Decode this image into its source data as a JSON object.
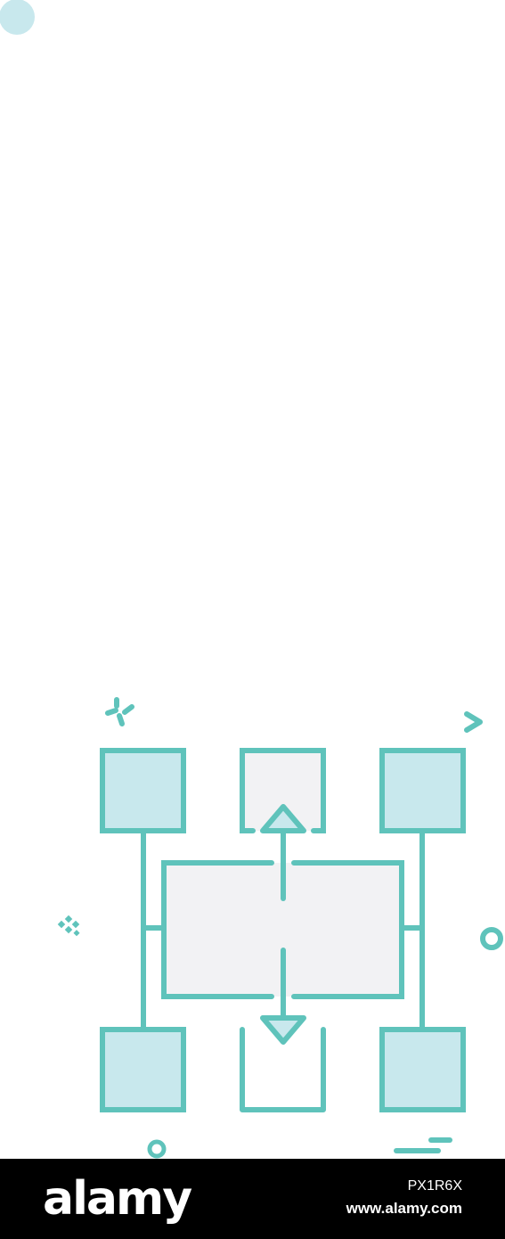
{
  "colors": {
    "stroke": "#5fc3bb",
    "node_fill": "#c8e8ed",
    "panel_fill": "#f2f2f4",
    "dot": "#c8e8ed",
    "footer_bg": "#000000",
    "footer_text": "#ffffff"
  },
  "diagram": {
    "nodes": [
      {
        "id": "top-left",
        "filled": true
      },
      {
        "id": "top-center",
        "filled": false
      },
      {
        "id": "top-right",
        "filled": true
      },
      {
        "id": "bottom-left",
        "filled": true
      },
      {
        "id": "bottom-center",
        "filled": false
      },
      {
        "id": "bottom-right",
        "filled": true
      }
    ],
    "center": {
      "id": "central-panel"
    },
    "arrows": [
      {
        "from": "central-panel",
        "to": "top-center",
        "direction": "up"
      },
      {
        "from": "central-panel",
        "to": "bottom-center",
        "direction": "down"
      }
    ],
    "connectors": [
      {
        "from": "top-left",
        "to": "bottom-left",
        "via": "central-panel"
      },
      {
        "from": "top-right",
        "to": "bottom-right",
        "via": "central-panel"
      }
    ],
    "decorations": [
      "sparkle-icon",
      "chevron-right-icon",
      "diamond-cluster-icon",
      "ring-icon",
      "small-ring-icon",
      "dash-lines-icon",
      "corner-dot"
    ]
  },
  "watermark": {
    "brand": "alamy",
    "image_id": "PX1R6X",
    "site": "www.alamy.com"
  }
}
